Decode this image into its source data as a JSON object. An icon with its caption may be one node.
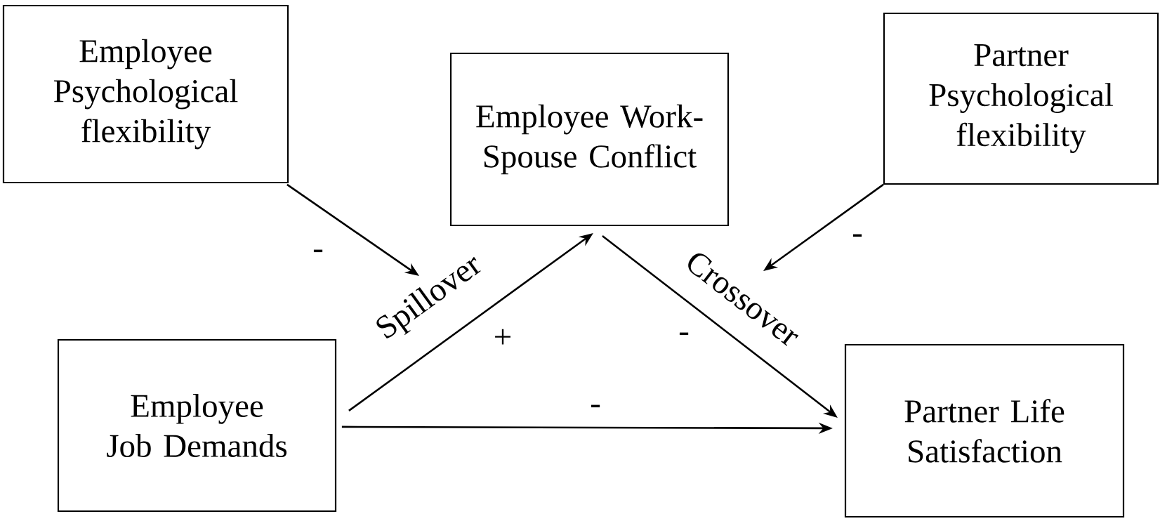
{
  "diagram": {
    "nodes": [
      {
        "text": [
          "Employee Psychological flexibility"
        ]
      },
      {
        "text": [
          "Employee Work-Spouse Conflict"
        ]
      },
      {
        "text": [
          "Partner Psychological flexibility"
        ]
      },
      {
        "text": [
          "Employee Job Demands"
        ]
      },
      {
        "text": [
          "Partner Life Satisfaction"
        ]
      }
    ],
    "edges": [
      {
        "from": 0,
        "to": null,
        "arrow": "to"
      },
      {
        "from": 3,
        "to": 1,
        "arrow": "to",
        "label": "Spillover"
      },
      {
        "from": 1,
        "to": 4,
        "arrow": "to",
        "label": "Crossover"
      },
      {
        "from": 2,
        "to": null,
        "arrow": "to"
      },
      {
        "from": 3,
        "to": 4,
        "arrow": "to",
        "label": "-"
      }
    ],
    "labels": [
      "-",
      "-",
      "+",
      "-"
    ]
  }
}
